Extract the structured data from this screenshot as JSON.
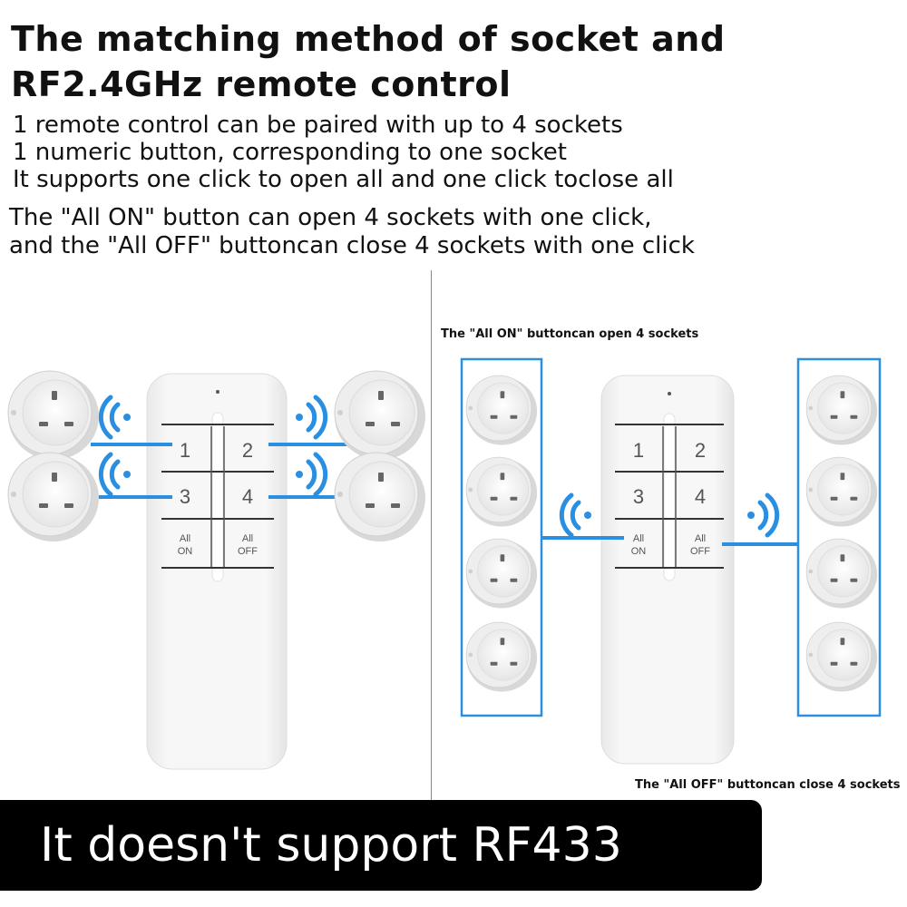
{
  "header": {
    "title_line1": "The matching method of socket and",
    "title_line2": "RF2.4GHz remote control",
    "desc_line1": "1 remote control can be paired with up to 4 sockets",
    "desc_line2": "1 numeric button, corresponding to one socket",
    "desc_line3": "It supports one click to open all and one click toclose all",
    "desc_line4": "The \"All ON\" button can open 4 sockets with one click,",
    "desc_line5": "and the \"All OFF\" buttoncan close 4 sockets with one click"
  },
  "right_panel": {
    "caption_top": "The \"All ON\" buttoncan open 4 sockets",
    "caption_bottom": "The \"All OFF\" buttoncan close 4 sockets"
  },
  "remote": {
    "buttons": [
      "1",
      "2",
      "3",
      "4"
    ],
    "all_on": [
      "All",
      "ON"
    ],
    "all_off": [
      "All",
      "OFF"
    ]
  },
  "banner": {
    "text": "It doesn't support RF433"
  },
  "colors": {
    "accent_blue": "#2a8fe0",
    "remote_body": "#f4f4f4",
    "banner_bg": "#000000"
  }
}
